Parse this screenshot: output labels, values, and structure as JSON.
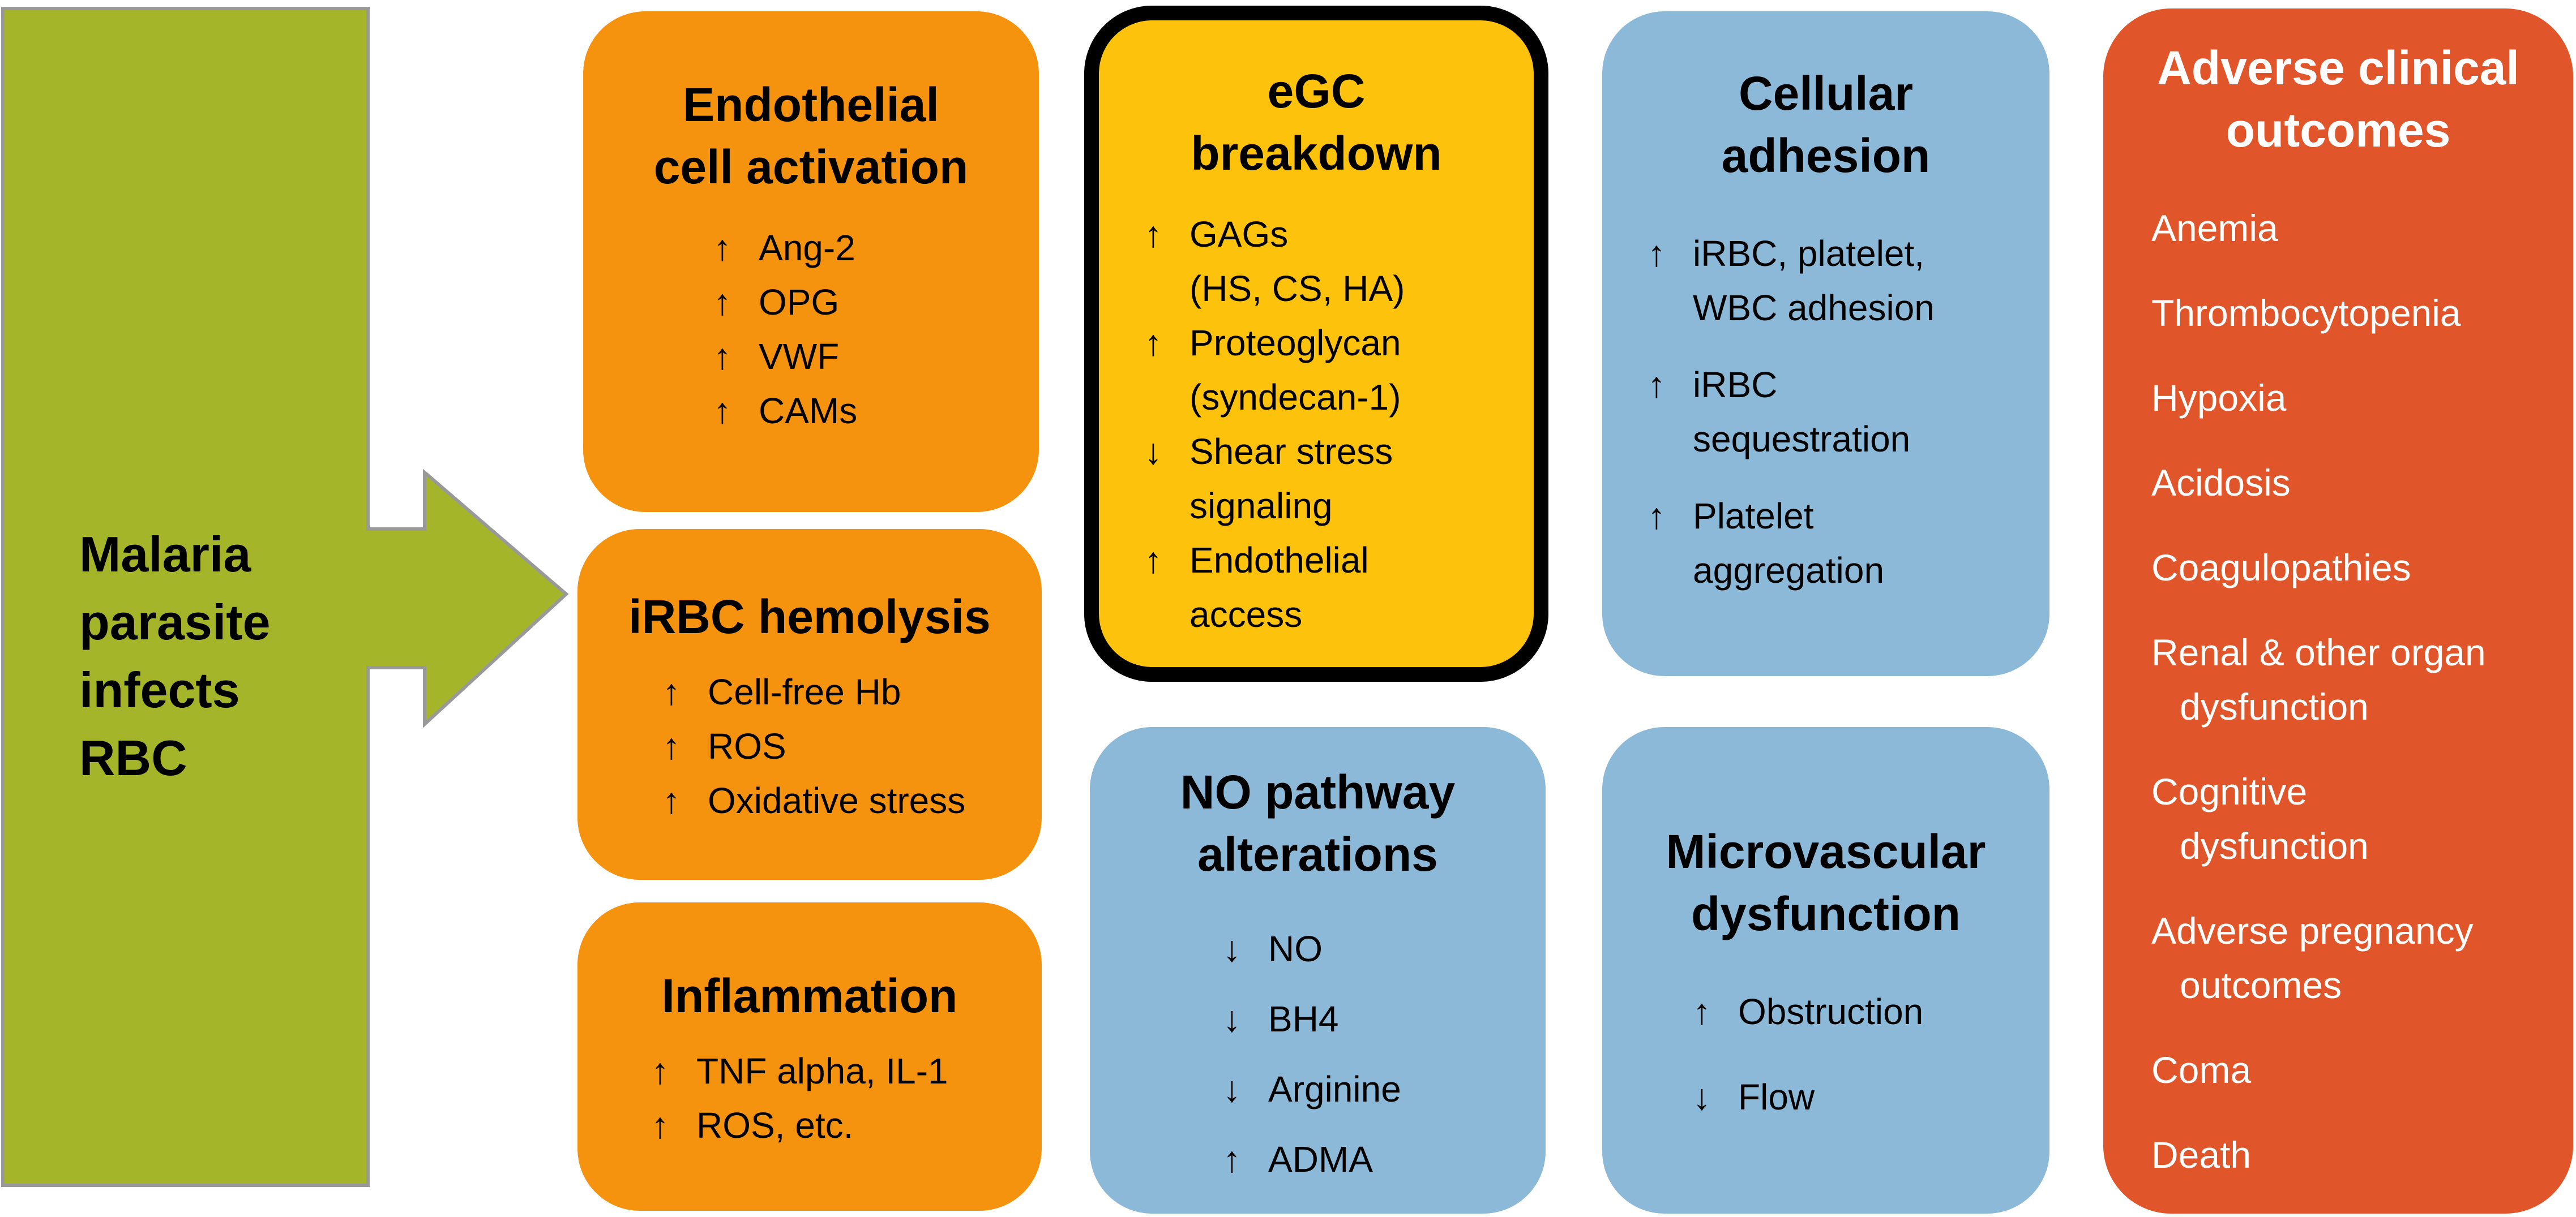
{
  "colors": {
    "arrow": "#a5b52a",
    "orange": "#f5930e",
    "blue": "#8db9d8",
    "gold": "#fcc20c",
    "red": "#e0562a"
  },
  "source": {
    "lines": [
      "Malaria",
      "parasite",
      "infects",
      "RBC"
    ]
  },
  "endothelial": {
    "title": [
      "Endothelial",
      "cell activation"
    ],
    "items": [
      {
        "icon": "up-arrow-icon",
        "symbol": "↑",
        "lines": [
          "Ang-2"
        ]
      },
      {
        "icon": "up-arrow-icon",
        "symbol": "↑",
        "lines": [
          "OPG"
        ]
      },
      {
        "icon": "up-arrow-icon",
        "symbol": "↑",
        "lines": [
          "VWF"
        ]
      },
      {
        "icon": "up-arrow-icon",
        "symbol": "↑",
        "lines": [
          "CAMs"
        ]
      }
    ]
  },
  "hemolysis": {
    "title": [
      "iRBC hemolysis"
    ],
    "items": [
      {
        "icon": "up-arrow-icon",
        "symbol": "↑",
        "lines": [
          "Cell-free Hb"
        ]
      },
      {
        "icon": "up-arrow-icon",
        "symbol": "↑",
        "lines": [
          "ROS"
        ]
      },
      {
        "icon": "up-arrow-icon",
        "symbol": "↑",
        "lines": [
          "Oxidative stress"
        ]
      }
    ]
  },
  "inflammation": {
    "title": [
      "Inflammation"
    ],
    "items": [
      {
        "icon": "up-arrow-icon",
        "symbol": "↑",
        "lines": [
          "TNF alpha, IL-1"
        ]
      },
      {
        "icon": "up-arrow-icon",
        "symbol": "↑",
        "lines": [
          "ROS, etc."
        ]
      }
    ]
  },
  "egc": {
    "title": [
      "eGC",
      "breakdown"
    ],
    "items": [
      {
        "icon": "up-arrow-icon",
        "symbol": "↑",
        "lines": [
          "GAGs",
          "(HS, CS, HA)"
        ]
      },
      {
        "icon": "up-arrow-icon",
        "symbol": "↑",
        "lines": [
          "Proteoglycan",
          "(syndecan-1)"
        ]
      },
      {
        "icon": "down-arrow-icon",
        "symbol": "↓",
        "lines": [
          "Shear stress",
          "signaling"
        ]
      },
      {
        "icon": "up-arrow-icon",
        "symbol": "↑",
        "lines": [
          "Endothelial",
          "access"
        ]
      }
    ]
  },
  "no_pathway": {
    "title": [
      "NO pathway",
      "alterations"
    ],
    "items": [
      {
        "icon": "down-arrow-icon",
        "symbol": "↓",
        "lines": [
          "NO"
        ]
      },
      {
        "icon": "down-arrow-icon",
        "symbol": "↓",
        "lines": [
          "BH4"
        ]
      },
      {
        "icon": "down-arrow-icon",
        "symbol": "↓",
        "lines": [
          "Arginine"
        ]
      },
      {
        "icon": "up-arrow-icon",
        "symbol": "↑",
        "lines": [
          "ADMA"
        ]
      }
    ]
  },
  "adhesion": {
    "title": [
      "Cellular",
      "adhesion"
    ],
    "items": [
      {
        "icon": "up-arrow-icon",
        "symbol": "↑",
        "lines": [
          "iRBC, platelet,",
          "WBC adhesion"
        ]
      },
      {
        "icon": "up-arrow-icon",
        "symbol": "↑",
        "lines": [
          "iRBC",
          "sequestration"
        ]
      },
      {
        "icon": "up-arrow-icon",
        "symbol": "↑",
        "lines": [
          "Platelet",
          "aggregation"
        ]
      }
    ]
  },
  "microvascular": {
    "title": [
      "Microvascular",
      "dysfunction"
    ],
    "items": [
      {
        "icon": "up-arrow-icon",
        "symbol": "↑",
        "lines": [
          "Obstruction"
        ]
      },
      {
        "icon": "down-arrow-icon",
        "symbol": "↓",
        "lines": [
          "Flow"
        ]
      }
    ]
  },
  "outcomes": {
    "title": [
      "Adverse clinical",
      "outcomes"
    ],
    "items": [
      {
        "lines": [
          "Anemia"
        ]
      },
      {
        "lines": [
          "Thrombocytopenia"
        ]
      },
      {
        "lines": [
          "Hypoxia"
        ]
      },
      {
        "lines": [
          "Acidosis"
        ]
      },
      {
        "lines": [
          "Coagulopathies"
        ]
      },
      {
        "lines": [
          "Renal & other organ",
          "dysfunction"
        ]
      },
      {
        "lines": [
          "Cognitive",
          "dysfunction"
        ]
      },
      {
        "lines": [
          "Adverse pregnancy",
          "outcomes"
        ]
      },
      {
        "lines": [
          "Coma"
        ]
      },
      {
        "lines": [
          "Death"
        ]
      }
    ]
  }
}
